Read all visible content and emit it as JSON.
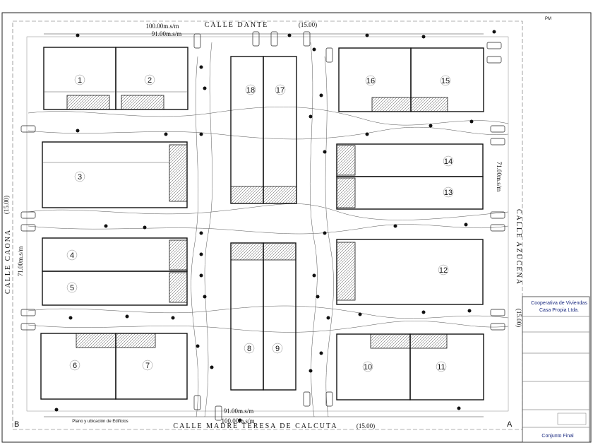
{
  "streets": {
    "north": "CALLE DANTE",
    "north_width": "(15.00)",
    "south": "CALLE MADRE TERESA DE CALCUTA",
    "south_width": "(15.00)",
    "west": "CALLE CAONA",
    "west_width": "(15.00)",
    "east": "CALLE AZUCENA",
    "east_width": "(15.00)"
  },
  "dimensions": {
    "north_total": "100.00m.s/m",
    "north_inner": "91.00m.s/m",
    "south_total": "100.00m.s/m",
    "south_inner": "91.00m.s/m",
    "west": "71.00m.s/m",
    "east": "71.00m.s/m"
  },
  "buildings": [
    {
      "id": "b1",
      "label": "1"
    },
    {
      "id": "b2",
      "label": "2"
    },
    {
      "id": "b3",
      "label": "3"
    },
    {
      "id": "b4",
      "label": "4"
    },
    {
      "id": "b5",
      "label": "5"
    },
    {
      "id": "b6",
      "label": "6"
    },
    {
      "id": "b7",
      "label": "7"
    },
    {
      "id": "b8",
      "label": "8"
    },
    {
      "id": "b9",
      "label": "9"
    },
    {
      "id": "b10",
      "label": "10"
    },
    {
      "id": "b11",
      "label": "11"
    },
    {
      "id": "b12",
      "label": "12"
    },
    {
      "id": "b13",
      "label": "13"
    },
    {
      "id": "b14",
      "label": "14"
    },
    {
      "id": "b15",
      "label": "15"
    },
    {
      "id": "b16",
      "label": "16"
    },
    {
      "id": "b17",
      "label": "17"
    },
    {
      "id": "b18",
      "label": "18"
    }
  ],
  "caption": "Plano y ubicación de Edificios",
  "corners": {
    "top_right": "PM",
    "bottom_left": "B",
    "bottom_right": "A"
  },
  "title_block": {
    "org_line1": "Cooperativa de Viviendas",
    "org_line2": "Casa Propia Ltda.",
    "sheet_label": "Conjunto Final"
  }
}
